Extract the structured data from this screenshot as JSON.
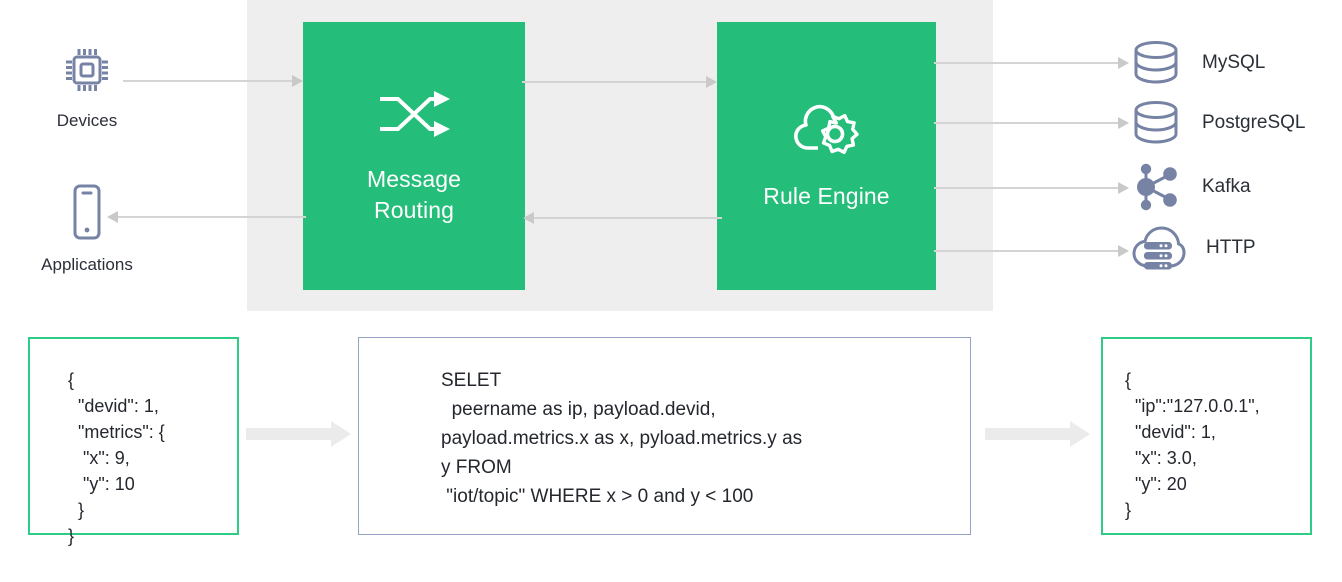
{
  "diagram": {
    "title": "IoT message routing and rule engine data flow",
    "colors": {
      "green": "#24bd79",
      "panel_gray": "#eeeeee",
      "icon_blue": "#7683a4",
      "connector": "#d4d4d4",
      "block_arrow": "#ebebeb",
      "green_border": "#2ecc87",
      "blue_border": "#94a3c4"
    }
  },
  "sources": [
    {
      "id": "devices",
      "label": "Devices",
      "icon": "cpu-chip-icon"
    },
    {
      "id": "applications",
      "label": "Applications",
      "icon": "mobile-phone-icon"
    }
  ],
  "processes": [
    {
      "id": "message-routing",
      "label": "Message\nRouting",
      "line1": "Message",
      "line2": "Routing",
      "icon": "shuffle-arrows-icon"
    },
    {
      "id": "rule-engine",
      "label": "Rule Engine",
      "line1": "Rule Engine",
      "line2": "",
      "icon": "cloud-gear-icon"
    }
  ],
  "sinks": [
    {
      "id": "mysql",
      "label": "MySQL",
      "icon": "database-cylinder-icon"
    },
    {
      "id": "postgresql",
      "label": "PostgreSQL",
      "icon": "database-cylinder-icon"
    },
    {
      "id": "kafka",
      "label": "Kafka",
      "icon": "node-graph-icon"
    },
    {
      "id": "http",
      "label": "HTTP",
      "icon": "cloud-server-icon"
    }
  ],
  "code_panels": {
    "input_json": {
      "title": "input payload",
      "text": "{\n  \"devid\": 1,\n  \"metrics\": {\n   \"x\": 9,\n   \"y\": 10\n  }\n}"
    },
    "sql_rule": {
      "title": "rule sql",
      "text": "SELET\n  peername as ip, payload.devid,\npayload.metrics.x as x, pyload.metrics.y as\ny FROM\n \"iot/topic\" WHERE x > 0 and y < 100"
    },
    "output_json": {
      "title": "output payload",
      "text": "{\n  \"ip\":\"127.0.0.1\",\n  \"devid\": 1,\n  \"x\": 3.0,\n  \"y\": 20\n}"
    }
  },
  "flow_arrows": [
    {
      "id": "devices-to-routing",
      "direction": "right"
    },
    {
      "id": "routing-to-applications",
      "direction": "left"
    },
    {
      "id": "routing-to-rule",
      "direction": "right"
    },
    {
      "id": "rule-to-routing",
      "direction": "left"
    },
    {
      "id": "rule-to-mysql",
      "direction": "right"
    },
    {
      "id": "rule-to-postgresql",
      "direction": "right"
    },
    {
      "id": "rule-to-kafka",
      "direction": "right"
    },
    {
      "id": "rule-to-http",
      "direction": "right"
    },
    {
      "id": "json-to-sql",
      "direction": "right"
    },
    {
      "id": "sql-to-json",
      "direction": "right"
    }
  ]
}
